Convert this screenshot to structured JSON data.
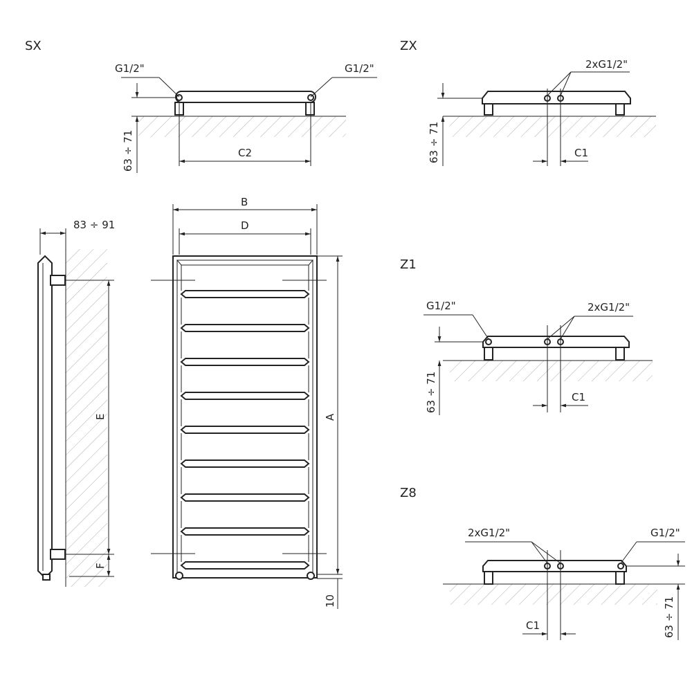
{
  "views": {
    "sx": {
      "title": "SX",
      "left_conn": "G1/2\"",
      "right_conn": "G1/2\"",
      "height_dim": "63 ÷ 71",
      "spacing_dim": "C2"
    },
    "zx": {
      "title": "ZX",
      "conn": "2xG1/2\"",
      "height_dim": "63 ÷ 71",
      "spacing_dim": "C1"
    },
    "z1": {
      "title": "Z1",
      "side_conn": "G1/2\"",
      "conn": "2xG1/2\"",
      "height_dim": "63 ÷ 71",
      "spacing_dim": "C1"
    },
    "z8": {
      "title": "Z8",
      "conn": "2xG1/2\"",
      "side_conn": "G1/2\"",
      "height_dim": "63 ÷ 71",
      "spacing_dim": "C1"
    }
  },
  "side_view": {
    "depth_dim": "83 ÷ 91",
    "e_dim": "E",
    "f_dim": "F"
  },
  "front_view": {
    "b_dim": "B",
    "d_dim": "D",
    "a_dim": "A",
    "bottom_dim": "10"
  }
}
